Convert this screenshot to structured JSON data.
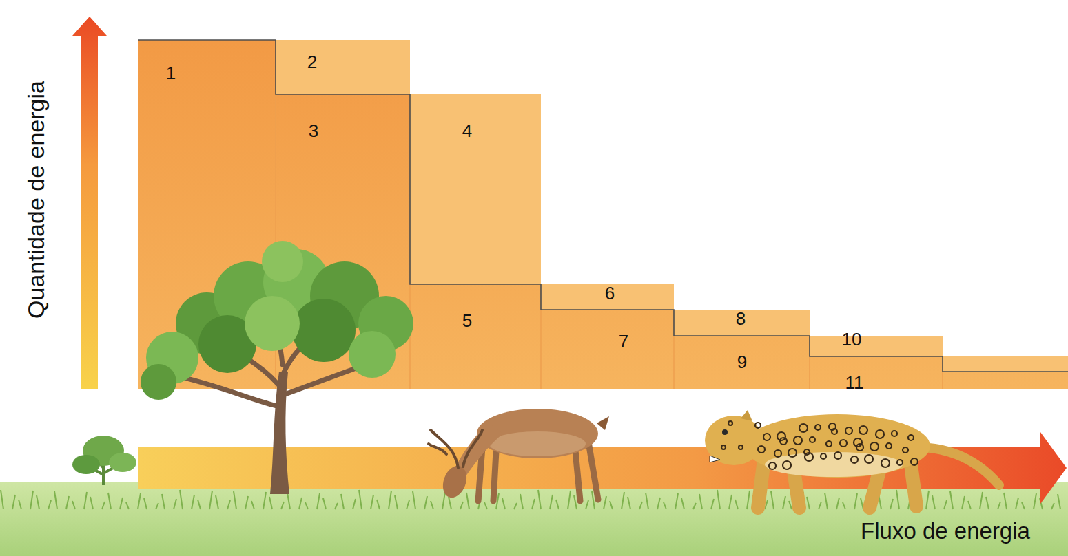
{
  "diagram": {
    "labels": [
      "Quantidade de energia",
      "1",
      "2",
      "3",
      "4",
      "5",
      "6",
      "7",
      "8",
      "9",
      "10",
      "11",
      "Fluxo de energia"
    ]
  }
}
